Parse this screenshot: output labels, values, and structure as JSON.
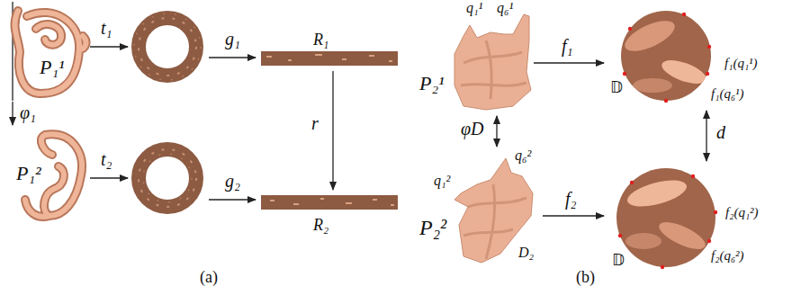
{
  "diagram": {
    "nodes": [
      {
        "text": [
          "P₁¹"
        ]
      },
      {
        "text": [
          "R₁"
        ]
      },
      {
        "text": [
          "P₁²"
        ]
      },
      {
        "text": [
          "R₂"
        ]
      },
      {
        "text": [
          "q₁¹",
          "q₆¹",
          "P₂¹"
        ]
      },
      {
        "text": [
          "𝔻",
          "f₁(q₁¹)",
          "f₁(q₆¹)"
        ]
      },
      {
        "text": [
          "q₆²",
          "q₁²",
          "P₂²",
          "D₂"
        ]
      },
      {
        "text": [
          "𝔻",
          "f₂(q₁²)",
          "f₂(q₆²)"
        ]
      }
    ],
    "edges": [
      {
        "from": 0,
        "to": 2,
        "label": "φ₁",
        "arrow": "to"
      },
      {
        "from": 1,
        "to": 3,
        "label": "r",
        "arrow": "to"
      },
      {
        "from": 4,
        "to": 5,
        "label": "f₁",
        "arrow": "to"
      },
      {
        "from": 4,
        "to": 6,
        "label": "φD",
        "arrow": "both"
      },
      {
        "from": 6,
        "to": 7,
        "label": "f₂",
        "arrow": "to"
      },
      {
        "from": 5,
        "to": 7,
        "label": "d",
        "arrow": "both"
      }
    ],
    "labels": [
      "t₁",
      "g₁",
      "t₂",
      "g₂",
      "(a)",
      "(b)"
    ]
  }
}
